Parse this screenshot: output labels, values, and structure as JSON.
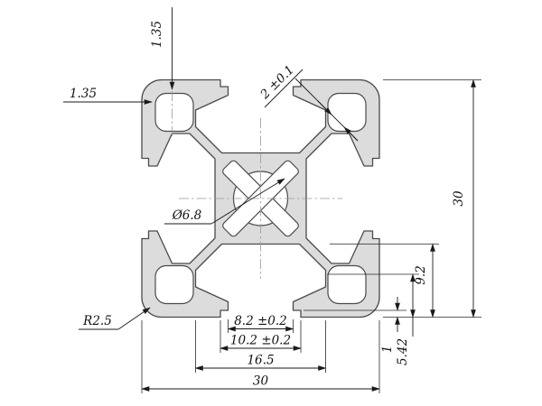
{
  "drawing": {
    "kind": "extrusion-profile-cross-section",
    "colors": {
      "background": "#ffffff",
      "profile_fill": "#dcdcdc",
      "outline": "#4a4a4a",
      "dimension": "#1a1a1a",
      "centerline": "#999999"
    },
    "labels": {
      "left_wall": "1.35",
      "top_wall": "1.35",
      "web_thickness": "2 ±0.1",
      "profile_height": "30",
      "center_bore": "Ø6.8",
      "corner_radius": "R2.5",
      "slot_opening": "8.2 ±0.2",
      "slot_step_width": "10.2 ±0.2",
      "cavity_width": "16.5",
      "profile_width": "30",
      "slot_depth": "9.2",
      "step_depth": "1",
      "flange_depth": "5.42"
    }
  }
}
